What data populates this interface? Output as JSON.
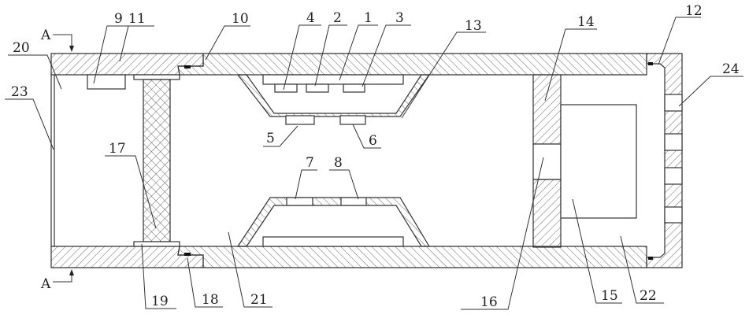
{
  "figure": {
    "section_marks": {
      "top": "A",
      "bottom": "A"
    },
    "labels": {
      "l1": "1",
      "l2": "2",
      "l3": "3",
      "l4": "4",
      "l5": "5",
      "l6": "6",
      "l7": "7",
      "l8": "8",
      "l9": "9",
      "l10": "10",
      "l11": "11",
      "l12": "12",
      "l13": "13",
      "l14": "14",
      "l15": "15",
      "l16": "16",
      "l17": "17",
      "l18": "18",
      "l19": "19",
      "l20": "20",
      "l21": "21",
      "l22": "22",
      "l23": "23",
      "l24": "24"
    }
  }
}
